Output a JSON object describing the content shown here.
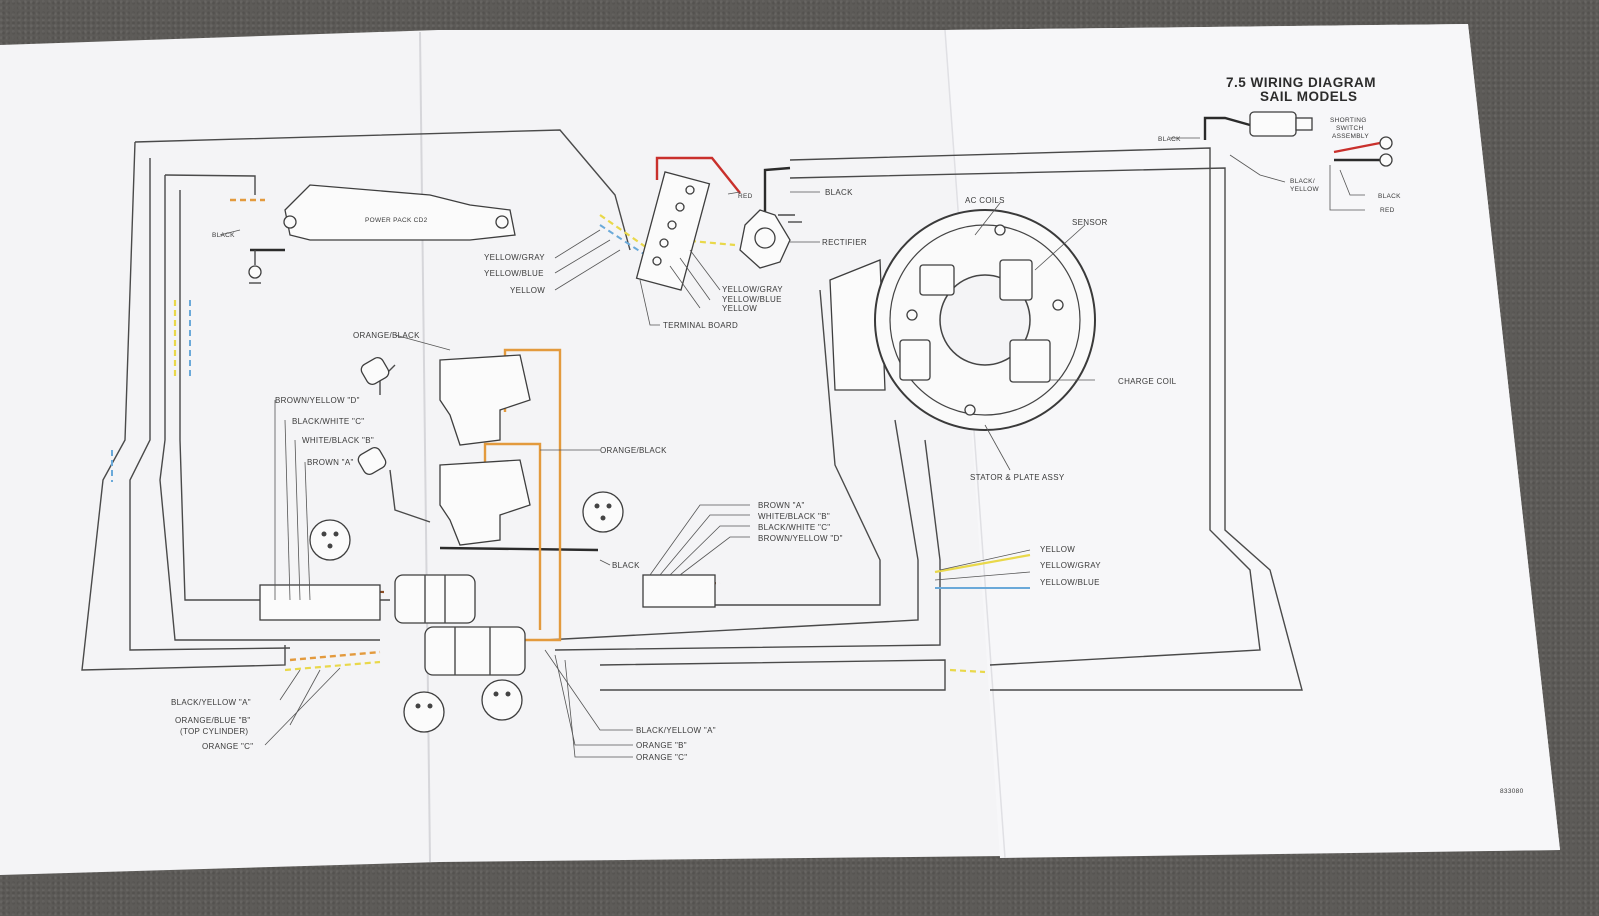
{
  "title": {
    "line1": "7.5 WIRING DIAGRAM",
    "line2": "SAIL MODELS"
  },
  "part_number": "833080",
  "labels": {
    "black_top": "BLACK",
    "shorting_switch_1": "SHORTING",
    "shorting_switch_2": "SWITCH",
    "shorting_switch_3": "ASSEMBLY",
    "black_yellow_1": "BLACK/",
    "black_yellow_2": "YELLOW",
    "black_right": "BLACK",
    "red_right": "RED",
    "power_pack": "POWER PACK CD2",
    "black_left": "BLACK",
    "red_tb": "RED",
    "black_rect": "BLACK",
    "rectifier": "RECTIFIER",
    "yellow_gray_l": "YELLOW/GRAY",
    "yellow_blue_l": "YELLOW/BLUE",
    "yellow_l": "YELLOW",
    "yellow_gray_r": "YELLOW/GRAY",
    "yellow_blue_r": "YELLOW/BLUE",
    "yellow_r": "YELLOW",
    "terminal_board": "TERMINAL BOARD",
    "ac_coils": "AC COILS",
    "sensor": "SENSOR",
    "charge_coil": "CHARGE COIL",
    "stator_plate": "STATOR & PLATE ASSY",
    "orange_black_top": "ORANGE/BLACK",
    "brown_yellow_d": "BROWN/YELLOW \"D\"",
    "black_white_c": "BLACK/WHITE \"C\"",
    "white_black_b": "WHITE/BLACK \"B\"",
    "brown_a": "BROWN \"A\"",
    "orange_black_mid": "ORANGE/BLACK",
    "brown_a_r": "BROWN \"A\"",
    "white_black_b_r": "WHITE/BLACK \"B\"",
    "black_white_c_r": "BLACK/WHITE \"C\"",
    "brown_yellow_d_r": "BROWN/YELLOW \"D\"",
    "black_mid": "BLACK",
    "yellow_s": "YELLOW",
    "yellow_gray_s": "YELLOW/GRAY",
    "yellow_blue_s": "YELLOW/BLUE",
    "black_yellow_a_l": "BLACK/YELLOW \"A\"",
    "orange_blue_b_1": "ORANGE/BLUE \"B\"",
    "orange_blue_b_2": "(TOP CYLINDER)",
    "orange_c_l": "ORANGE \"C\"",
    "black_yellow_a_r": "BLACK/YELLOW \"A\"",
    "orange_b_r": "ORANGE \"B\"",
    "orange_c_r": "ORANGE \"C\""
  }
}
